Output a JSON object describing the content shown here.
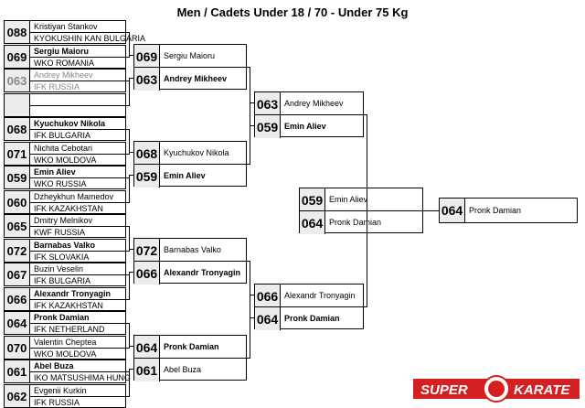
{
  "title": "Men / Cadets Under 18 / 70 - Under 75 Kg",
  "round1": [
    {
      "num": "088",
      "a": "Kristiyan Stankov",
      "b": "KYOKUSHIN KAN BULGARIA",
      "a_bold": false,
      "grey": false
    },
    {
      "num": "069",
      "a": "Sergiu Maioru",
      "b": "WKO ROMANIA",
      "a_bold": true,
      "grey": false
    },
    {
      "num": "063",
      "a": "Andrey Mikheev",
      "b": "IFK RUSSIA",
      "a_bold": false,
      "grey": true
    },
    {
      "num": "",
      "a": "",
      "b": "",
      "a_bold": false,
      "grey": false
    },
    {
      "num": "068",
      "a": "Kyuchukov Nikola",
      "b": "IFK BULGARIA",
      "a_bold": true,
      "grey": false
    },
    {
      "num": "071",
      "a": "Nichita Cebotari",
      "b": "WKO MOLDOVA",
      "a_bold": false,
      "grey": false
    },
    {
      "num": "059",
      "a": "Emin Aliev",
      "b": "WKO RUSSIA",
      "a_bold": true,
      "grey": false
    },
    {
      "num": "060",
      "a": "Dzheykhun Mamedov",
      "b": "IFK KAZAKHSTAN",
      "a_bold": false,
      "grey": false
    },
    {
      "num": "065",
      "a": "Dmitry Melnikov",
      "b": "KWF RUSSIA",
      "a_bold": false,
      "grey": false
    },
    {
      "num": "072",
      "a": "Barnabas Valko",
      "b": "IFK SLOVAKIA",
      "a_bold": true,
      "grey": false
    },
    {
      "num": "067",
      "a": "Buzin Veselin",
      "b": "IFK BULGARIA",
      "a_bold": false,
      "grey": false
    },
    {
      "num": "066",
      "a": "Alexandr Tronyagin",
      "b": "IFK KAZAKHSTAN",
      "a_bold": true,
      "grey": false
    },
    {
      "num": "064",
      "a": "Pronk Damian",
      "b": "IFK NETHERLAND",
      "a_bold": true,
      "grey": false
    },
    {
      "num": "070",
      "a": "Valentin Cheptea",
      "b": "WKO MOLDOVA",
      "a_bold": false,
      "grey": false
    },
    {
      "num": "061",
      "a": "Abel Buza",
      "b": "IKO MATSUSHIMA HUNG",
      "a_bold": true,
      "grey": false
    },
    {
      "num": "062",
      "a": "Evgenii Kurkin",
      "b": "IFK RUSSIA",
      "a_bold": false,
      "grey": false
    }
  ],
  "round2": [
    {
      "n1": "069",
      "p1": "Sergiu Maioru",
      "n2": "063",
      "p2": "Andrey Mikheev",
      "winner": 2
    },
    {
      "n1": "068",
      "p1": "Kyuchukov Nikola",
      "n2": "059",
      "p2": "Emin Aliev",
      "winner": 2
    },
    {
      "n1": "072",
      "p1": "Barnabas Valko",
      "n2": "066",
      "p2": "Alexandr Tronyagin",
      "winner": 2
    },
    {
      "n1": "064",
      "p1": "Pronk Damian",
      "n2": "061",
      "p2": "Abel Buza",
      "winner": 1
    }
  ],
  "round3": [
    {
      "n1": "063",
      "p1": "Andrey Mikheev",
      "n2": "059",
      "p2": "Emin Aliev",
      "winner": 2
    },
    {
      "n1": "066",
      "p1": "Alexandr Tronyagin",
      "n2": "064",
      "p2": "Pronk Damian",
      "winner": 2
    }
  ],
  "final": {
    "n1": "059",
    "p1": "Emin Aliev",
    "n2": "064",
    "p2": "Pronk Damian"
  },
  "champion": {
    "num": "064",
    "name": "Pronk Damian"
  },
  "logo": {
    "left": "SUPER",
    "right": "KARATE",
    "accent": "#d42020"
  }
}
